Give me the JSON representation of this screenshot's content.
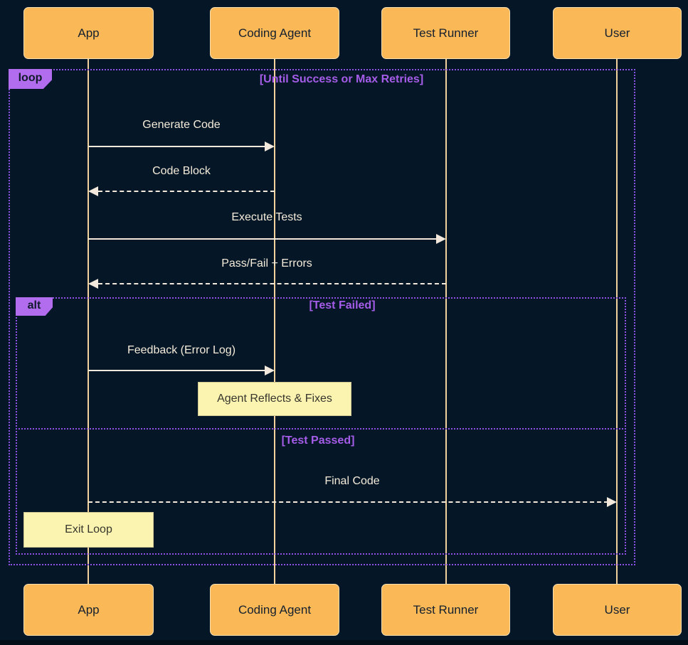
{
  "diagram_type": "sequence-diagram",
  "colors": {
    "background": "#051727",
    "actor_fill": "#FBB857",
    "actor_text": "#14202E",
    "lifeline": "#F2D39E",
    "frame_border": "#8B50E4",
    "frame_tag_fill": "#B26CEE",
    "frame_title_text": "#A55CE8",
    "message_text": "#F5EBDA",
    "arrow": "#F2E9DC",
    "note_fill": "#FBF3B0",
    "note_text": "#37372E"
  },
  "actors": [
    {
      "label": "App"
    },
    {
      "label": "Coding Agent"
    },
    {
      "label": "Test Runner"
    },
    {
      "label": "User"
    }
  ],
  "frames": {
    "loop": {
      "tag": "loop",
      "title": "[Until Success or Max Retries]"
    },
    "alt": {
      "tag": "alt",
      "sections": [
        {
          "title": "[Test Failed]"
        },
        {
          "title": "[Test Passed]"
        }
      ]
    }
  },
  "messages": [
    {
      "label": "Generate Code",
      "from": "App",
      "to": "Coding Agent",
      "style": "solid"
    },
    {
      "label": "Code Block",
      "from": "Coding Agent",
      "to": "App",
      "style": "dashed"
    },
    {
      "label": "Execute Tests",
      "from": "App",
      "to": "Test Runner",
      "style": "solid"
    },
    {
      "label": "Pass/Fail + Errors",
      "from": "Test Runner",
      "to": "App",
      "style": "dashed"
    },
    {
      "label": "Feedback (Error Log)",
      "from": "App",
      "to": "Coding Agent",
      "style": "solid"
    },
    {
      "label": "Final Code",
      "from": "App",
      "to": "User",
      "style": "dashed"
    }
  ],
  "notes": [
    {
      "label": "Agent Reflects & Fixes",
      "over": "Coding Agent"
    },
    {
      "label": "Exit Loop",
      "over": "App"
    }
  ]
}
